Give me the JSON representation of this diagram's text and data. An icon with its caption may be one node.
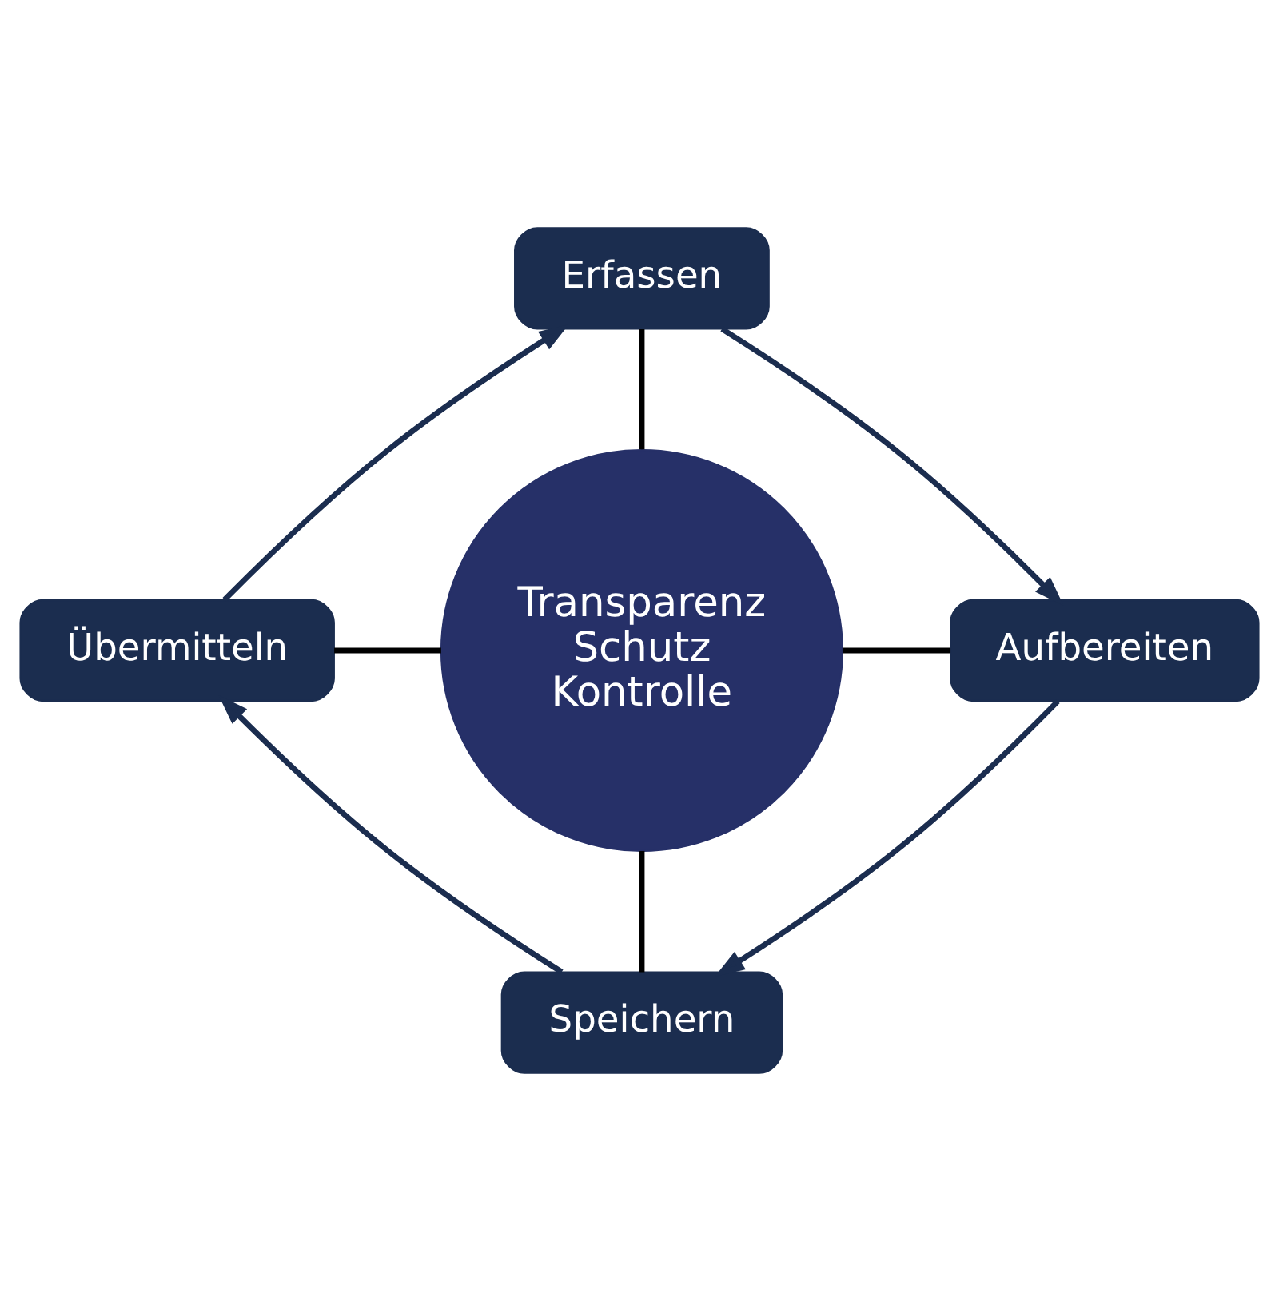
{
  "diagram": {
    "nodes": [
      {
        "text": [
          "Erfassen"
        ]
      },
      {
        "text": [
          "Aufbereiten"
        ]
      },
      {
        "text": [
          "Speichern"
        ]
      },
      {
        "text": [
          "Übermitteln"
        ]
      },
      {
        "text": [
          "Transparenz",
          "Schutz",
          "Kontrolle"
        ]
      }
    ],
    "edges": [
      {
        "from": 3,
        "to": 0,
        "arrow": "to",
        "color": "#1b2d4f"
      },
      {
        "from": 0,
        "to": 1,
        "arrow": "to",
        "color": "#1b2d4f"
      },
      {
        "from": 1,
        "to": 2,
        "arrow": "to",
        "color": "#1b2d4f"
      },
      {
        "from": 2,
        "to": 3,
        "arrow": "to",
        "color": "#1b2d4f"
      },
      {
        "from": 0,
        "to": 4,
        "arrow": "none"
      },
      {
        "from": 4,
        "to": 1,
        "arrow": "none"
      },
      {
        "from": 4,
        "to": 2,
        "arrow": "none"
      },
      {
        "from": 3,
        "to": 4,
        "arrow": "none"
      }
    ]
  }
}
